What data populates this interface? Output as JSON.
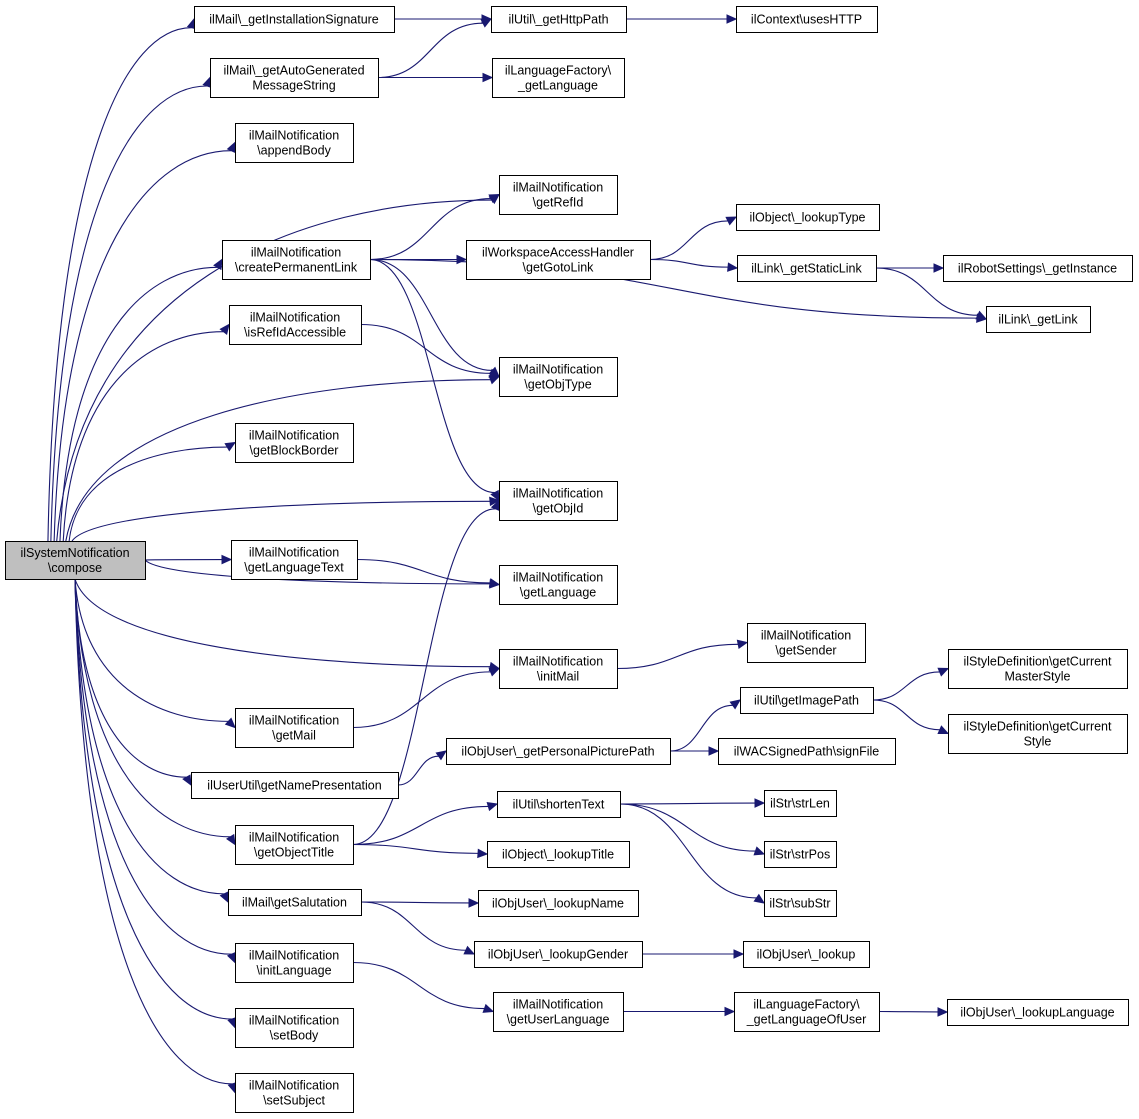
{
  "graph": {
    "root": "n0",
    "nodes": [
      {
        "id": "n0",
        "lines": [
          "ilSystemNotification",
          "\\compose"
        ]
      },
      {
        "id": "n1",
        "lines": [
          "ilMail\\_getInstallationSignature"
        ]
      },
      {
        "id": "n2",
        "lines": [
          "ilMail\\_getAutoGenerated",
          "MessageString"
        ]
      },
      {
        "id": "n3",
        "lines": [
          "ilMailNotification",
          "\\appendBody"
        ]
      },
      {
        "id": "n4",
        "lines": [
          "ilMailNotification",
          "\\getRefId"
        ]
      },
      {
        "id": "n5",
        "lines": [
          "ilMailNotification",
          "\\createPermanentLink"
        ]
      },
      {
        "id": "n6",
        "lines": [
          "ilMailNotification",
          "\\isRefIdAccessible"
        ]
      },
      {
        "id": "n7",
        "lines": [
          "ilMailNotification",
          "\\getObjType"
        ]
      },
      {
        "id": "n8",
        "lines": [
          "ilMailNotification",
          "\\getBlockBorder"
        ]
      },
      {
        "id": "n9",
        "lines": [
          "ilMailNotification",
          "\\getObjId"
        ]
      },
      {
        "id": "n10",
        "lines": [
          "ilMailNotification",
          "\\getLanguageText"
        ]
      },
      {
        "id": "n11",
        "lines": [
          "ilMailNotification",
          "\\getLanguage"
        ]
      },
      {
        "id": "n12",
        "lines": [
          "ilMailNotification",
          "\\initMail"
        ]
      },
      {
        "id": "n13",
        "lines": [
          "ilMailNotification",
          "\\getMail"
        ]
      },
      {
        "id": "n14",
        "lines": [
          "ilUserUtil\\getNamePresentation"
        ]
      },
      {
        "id": "n15",
        "lines": [
          "ilMailNotification",
          "\\getObjectTitle"
        ]
      },
      {
        "id": "n16",
        "lines": [
          "ilMail\\getSalutation"
        ]
      },
      {
        "id": "n17",
        "lines": [
          "ilMailNotification",
          "\\initLanguage"
        ]
      },
      {
        "id": "n18",
        "lines": [
          "ilMailNotification",
          "\\setBody"
        ]
      },
      {
        "id": "n19",
        "lines": [
          "ilMailNotification",
          "\\setSubject"
        ]
      },
      {
        "id": "n20",
        "lines": [
          "ilUtil\\_getHttpPath"
        ]
      },
      {
        "id": "n21",
        "lines": [
          "ilContext\\usesHTTP"
        ]
      },
      {
        "id": "n22",
        "lines": [
          "ilLanguageFactory\\",
          "_getLanguage"
        ]
      },
      {
        "id": "n23",
        "lines": [
          "ilWorkspaceAccessHandler",
          "\\getGotoLink"
        ]
      },
      {
        "id": "n24",
        "lines": [
          "ilObject\\_lookupType"
        ]
      },
      {
        "id": "n25",
        "lines": [
          "ilLink\\_getStaticLink"
        ]
      },
      {
        "id": "n26",
        "lines": [
          "ilRobotSettings\\_getInstance"
        ]
      },
      {
        "id": "n27",
        "lines": [
          "ilLink\\_getLink"
        ]
      },
      {
        "id": "n28",
        "lines": [
          "ilMailNotification",
          "\\getSender"
        ]
      },
      {
        "id": "n29",
        "lines": [
          "ilObjUser\\_getPersonalPicturePath"
        ]
      },
      {
        "id": "n30",
        "lines": [
          "ilUtil\\getImagePath"
        ]
      },
      {
        "id": "n31",
        "lines": [
          "ilStyleDefinition\\getCurrent",
          "MasterStyle"
        ]
      },
      {
        "id": "n32",
        "lines": [
          "ilStyleDefinition\\getCurrent",
          "Style"
        ]
      },
      {
        "id": "n33",
        "lines": [
          "ilWACSignedPath\\signFile"
        ]
      },
      {
        "id": "n34",
        "lines": [
          "ilUtil\\shortenText"
        ]
      },
      {
        "id": "n35",
        "lines": [
          "ilStr\\strLen"
        ]
      },
      {
        "id": "n36",
        "lines": [
          "ilStr\\strPos"
        ]
      },
      {
        "id": "n37",
        "lines": [
          "ilStr\\subStr"
        ]
      },
      {
        "id": "n38",
        "lines": [
          "ilObject\\_lookupTitle"
        ]
      },
      {
        "id": "n39",
        "lines": [
          "ilObjUser\\_lookupName"
        ]
      },
      {
        "id": "n40",
        "lines": [
          "ilObjUser\\_lookupGender"
        ]
      },
      {
        "id": "n41",
        "lines": [
          "ilObjUser\\_lookup"
        ]
      },
      {
        "id": "n42",
        "lines": [
          "ilMailNotification",
          "\\getUserLanguage"
        ]
      },
      {
        "id": "n43",
        "lines": [
          "ilLanguageFactory\\",
          "_getLanguageOfUser"
        ]
      },
      {
        "id": "n44",
        "lines": [
          "ilObjUser\\_lookupLanguage"
        ]
      }
    ],
    "edges": [
      [
        "n0",
        "n1"
      ],
      [
        "n0",
        "n2"
      ],
      [
        "n0",
        "n3"
      ],
      [
        "n0",
        "n4"
      ],
      [
        "n0",
        "n5"
      ],
      [
        "n0",
        "n6"
      ],
      [
        "n0",
        "n7"
      ],
      [
        "n0",
        "n8"
      ],
      [
        "n0",
        "n9"
      ],
      [
        "n0",
        "n10"
      ],
      [
        "n0",
        "n11"
      ],
      [
        "n0",
        "n12"
      ],
      [
        "n0",
        "n13"
      ],
      [
        "n0",
        "n14"
      ],
      [
        "n0",
        "n15"
      ],
      [
        "n0",
        "n16"
      ],
      [
        "n0",
        "n17"
      ],
      [
        "n0",
        "n18"
      ],
      [
        "n0",
        "n19"
      ],
      [
        "n1",
        "n20"
      ],
      [
        "n2",
        "n20"
      ],
      [
        "n2",
        "n22"
      ],
      [
        "n20",
        "n21"
      ],
      [
        "n5",
        "n4"
      ],
      [
        "n5",
        "n23"
      ],
      [
        "n5",
        "n27"
      ],
      [
        "n5",
        "n7"
      ],
      [
        "n5",
        "n9"
      ],
      [
        "n23",
        "n24"
      ],
      [
        "n23",
        "n25"
      ],
      [
        "n25",
        "n26"
      ],
      [
        "n25",
        "n27"
      ],
      [
        "n6",
        "n7"
      ],
      [
        "n10",
        "n11"
      ],
      [
        "n12",
        "n28"
      ],
      [
        "n13",
        "n12"
      ],
      [
        "n14",
        "n29"
      ],
      [
        "n29",
        "n30"
      ],
      [
        "n29",
        "n33"
      ],
      [
        "n30",
        "n31"
      ],
      [
        "n30",
        "n32"
      ],
      [
        "n15",
        "n9"
      ],
      [
        "n15",
        "n34"
      ],
      [
        "n15",
        "n38"
      ],
      [
        "n34",
        "n35"
      ],
      [
        "n34",
        "n36"
      ],
      [
        "n34",
        "n37"
      ],
      [
        "n16",
        "n39"
      ],
      [
        "n16",
        "n40"
      ],
      [
        "n40",
        "n41"
      ],
      [
        "n17",
        "n42"
      ],
      [
        "n42",
        "n43"
      ],
      [
        "n43",
        "n44"
      ]
    ]
  }
}
